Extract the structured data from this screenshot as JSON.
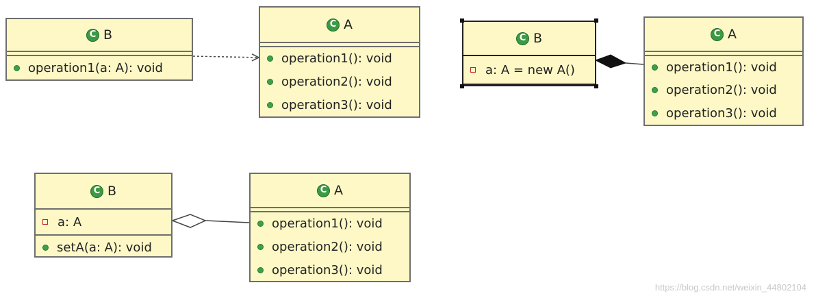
{
  "diagrams": [
    {
      "relation": "dependency",
      "b": {
        "name": "B",
        "attributes": [],
        "operations": [
          "operation1(a: A): void"
        ]
      },
      "a": {
        "name": "A",
        "attributes": [],
        "operations": [
          "operation1(): void",
          "operation2(): void",
          "operation3(): void"
        ]
      }
    },
    {
      "relation": "composition",
      "b": {
        "name": "B",
        "attributes": [
          "a: A = new A()"
        ],
        "operations": []
      },
      "a": {
        "name": "A",
        "attributes": [],
        "operations": [
          "operation1(): void",
          "operation2(): void",
          "operation3(): void"
        ]
      }
    },
    {
      "relation": "aggregation",
      "b": {
        "name": "B",
        "attributes": [
          "a: A"
        ],
        "operations": [
          "setA(a: A): void"
        ]
      },
      "a": {
        "name": "A",
        "attributes": [],
        "operations": [
          "operation1(): void",
          "operation2(): void",
          "operation3(): void"
        ]
      }
    }
  ],
  "class_icon_letter": "C",
  "watermark": "https://blog.csdn.net/weixin_44802104",
  "colors": {
    "class_fill": "#fdf8c6",
    "class_border": "#6e6e6e",
    "class_icon": "#3c9a45",
    "public_dot": "#3fa04a",
    "private_marker": "#c0272d"
  }
}
